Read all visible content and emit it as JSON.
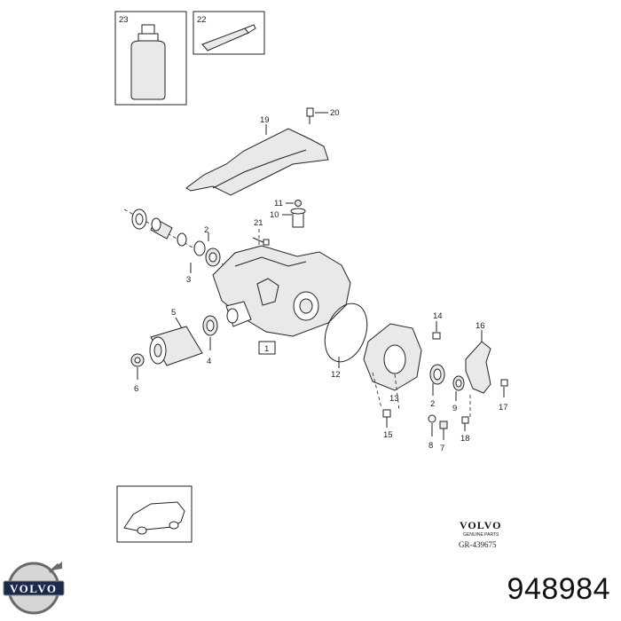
{
  "callouts": {
    "c1": "1",
    "c2a": "2",
    "c2b": "2",
    "c3": "3",
    "c4": "4",
    "c5": "5",
    "c6": "6",
    "c7": "7",
    "c8": "8",
    "c9": "9",
    "c10": "10",
    "c11": "11",
    "c12": "12",
    "c13": "13",
    "c14": "14",
    "c15": "15",
    "c16": "16",
    "c17": "17",
    "c18": "18",
    "c19": "19",
    "c20": "20",
    "c21": "21",
    "c22": "22",
    "c23": "23"
  },
  "brand": {
    "name": "VOLVO",
    "subtitle": "GENUINE PARTS",
    "diagram_ref": "GR-439675",
    "logo_text": "VOLVO"
  },
  "part_number": "948984"
}
